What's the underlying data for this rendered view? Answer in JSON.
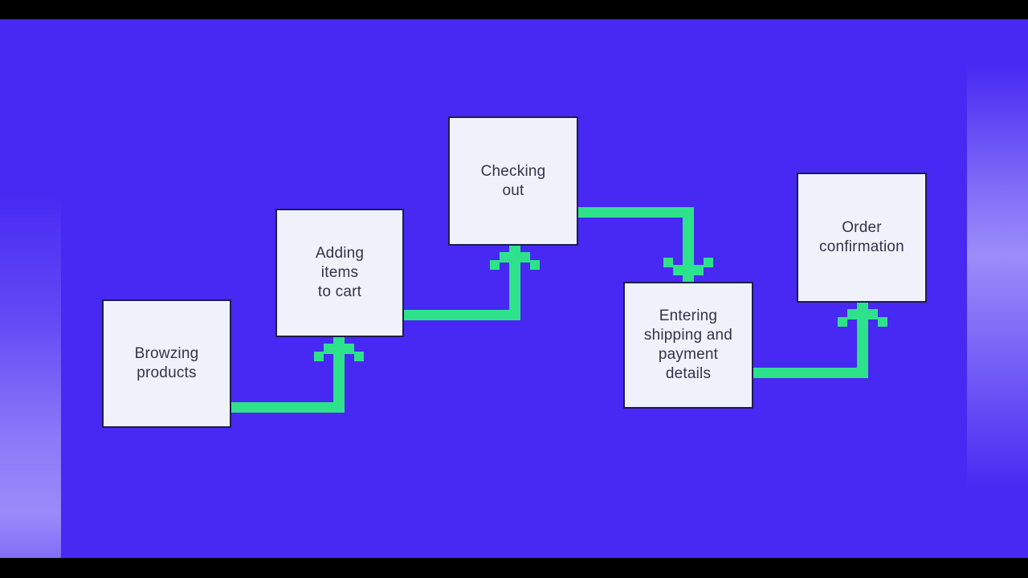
{
  "colors": {
    "page-bg": "#000000",
    "stage-bg": "#4729f3",
    "node-fill": "#eff2fa",
    "node-border": "#1d1d4b",
    "node-text": "#333349",
    "connector": "#2ee28b"
  },
  "diagram": {
    "type": "flowchart",
    "description": "E-commerce purchase flow shown as five boxes linked by green pixel-style elbow arrows on a purple letterboxed video frame",
    "nodes": [
      {
        "id": "browzing-products",
        "label": "Browzing\nproducts"
      },
      {
        "id": "adding-items-to-cart",
        "label": "Adding\nitems\nto cart"
      },
      {
        "id": "checking-out",
        "label": "Checking\nout"
      },
      {
        "id": "entering-shipping-and-payment-details",
        "label": "Entering\nshipping and\npayment\ndetails"
      },
      {
        "id": "order-confirmation",
        "label": "Order\nconfirmation"
      }
    ],
    "edges": [
      {
        "from": "browzing-products",
        "to": "adding-items-to-cart",
        "direction": "right-then-up"
      },
      {
        "from": "adding-items-to-cart",
        "to": "checking-out",
        "direction": "right-then-up"
      },
      {
        "from": "checking-out",
        "to": "entering-shipping-and-payment-details",
        "direction": "right-then-down"
      },
      {
        "from": "entering-shipping-and-payment-details",
        "to": "order-confirmation",
        "direction": "right-then-up"
      }
    ]
  }
}
